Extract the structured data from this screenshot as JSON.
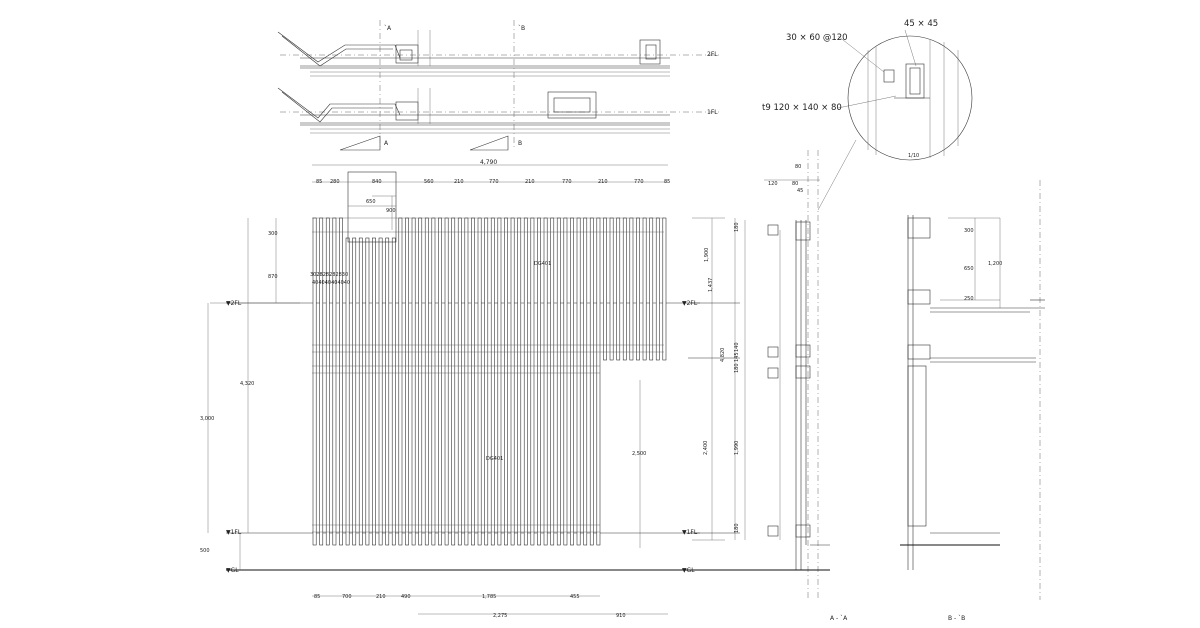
{
  "section_markers": {
    "a": "A",
    "b": "B",
    "a_prime": "`A",
    "b_prime": "`B"
  },
  "levels": {
    "fl2": "2FL",
    "fl1": "1FL",
    "gl": "GL",
    "fl2_sym": "▼2FL",
    "fl1_sym": "▼1FL",
    "gl_sym": "▼GL"
  },
  "detail": {
    "post_spec": "30 × 60  @120",
    "square_spec": "45 × 45",
    "plate_spec": "t9  120 × 140 × 80",
    "scale": "1/10"
  },
  "elevation": {
    "overall_width": "4,790",
    "top_dims": [
      "85",
      "280",
      "840",
      "560",
      "210",
      "770",
      "210",
      "770",
      "210",
      "770",
      "85"
    ],
    "box_dims": [
      "650",
      "900"
    ],
    "left_dims": [
      "300",
      "870",
      "4,320",
      "3,000",
      "500"
    ],
    "bottom_dims": [
      "85",
      "700",
      "210",
      "490",
      "1,785",
      "455",
      "2,275",
      "910"
    ],
    "inner_dim": "2,500",
    "stack_label_1": "302828282830",
    "stack_label_2": "404040404040",
    "panel_label": "DG401"
  },
  "section_aa": {
    "top_dims": [
      "80",
      "120",
      "80",
      "45"
    ],
    "vertical_dims": [
      "180",
      "1,900",
      "1,437",
      "4,820",
      "140",
      "145",
      "180",
      "2,400",
      "1,990",
      "180"
    ],
    "caption": "A - `A"
  },
  "section_bb": {
    "vertical_dims": [
      "300",
      "650",
      "1,200",
      "250"
    ],
    "caption": "B - `B"
  }
}
